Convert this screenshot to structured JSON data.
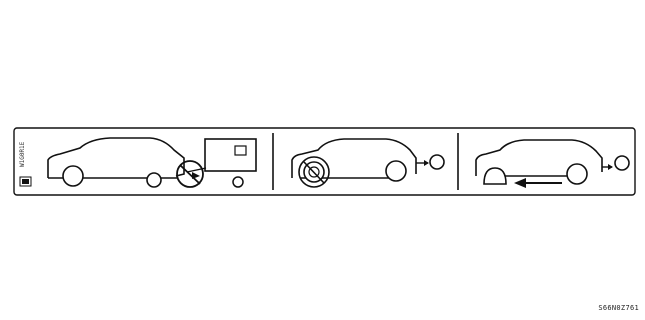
{
  "panel": {
    "side_code": "W1G0R1E",
    "scenes": [
      {
        "id": "towing-trailer",
        "icons": [
          "car-icon",
          "trailer-icon",
          "prohibited-icon"
        ]
      },
      {
        "id": "spare-tire-front",
        "icons": [
          "car-icon",
          "spare-tire-icon",
          "prohibited-icon"
        ]
      },
      {
        "id": "spare-tire-rear",
        "icons": [
          "car-icon",
          "spare-tire-icon",
          "arrow-left-icon"
        ]
      }
    ]
  },
  "reference_code": "S66N0Z761",
  "colors": {
    "line": "#111111",
    "background": "#ffffff"
  }
}
